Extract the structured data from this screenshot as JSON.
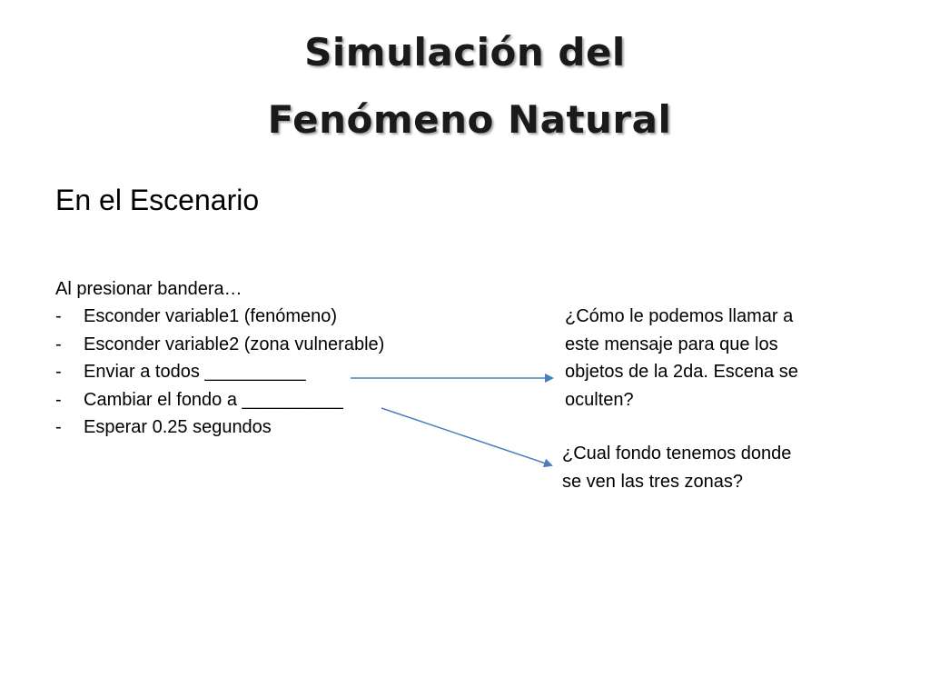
{
  "title": {
    "line1": "Simulación del",
    "line2": "Fenómeno Natural"
  },
  "subtitle": "En el Escenario",
  "intro": "Al presionar bandera…",
  "steps": [
    {
      "bullet": "-",
      "text": "Esconder variable1 (fenómeno)"
    },
    {
      "bullet": "-",
      "text": "Esconder variable2 (zona vulnerable)"
    },
    {
      "bullet": "-",
      "text": "Enviar a todos __________"
    },
    {
      "bullet": "-",
      "text": "Cambiar el fondo a __________"
    },
    {
      "bullet": "-",
      "text": "Esperar 0.25 segundos"
    }
  ],
  "notes": {
    "message_question": {
      "lines": [
        "¿Cómo le podemos llamar a",
        "este mensaje para que los",
        "objetos de la 2da. Escena se",
        "oculten?"
      ]
    },
    "background_question": {
      "lines": [
        "¿Cual fondo tenemos donde",
        "se ven las tres zonas?"
      ]
    }
  },
  "colors": {
    "arrow": "#4a7ebb",
    "text": "#000000",
    "background": "#ffffff"
  }
}
